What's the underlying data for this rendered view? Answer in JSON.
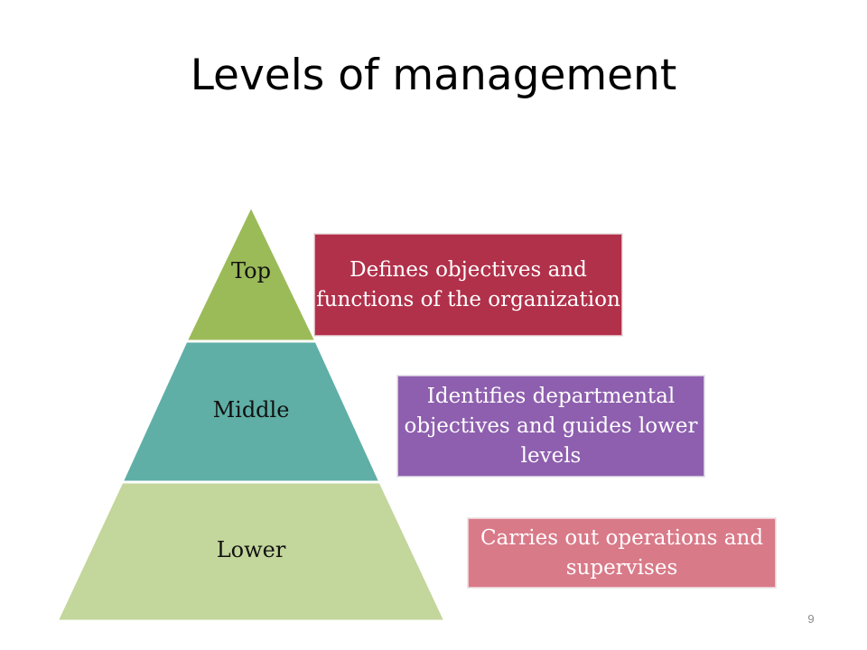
{
  "slide": {
    "title": "Levels of management",
    "page_number": "9"
  },
  "pyramid": {
    "tiers": [
      {
        "label": "Top",
        "color": "#9bbb59"
      },
      {
        "label": "Middle",
        "color": "#5fafa6"
      },
      {
        "label": "Lower",
        "color": "#c3d69b"
      }
    ]
  },
  "descriptions": [
    {
      "text": "Defines objectives and functions of the organization",
      "color": "#b1304a"
    },
    {
      "text": "Identifies departmental objectives and guides lower levels",
      "color": "#8e5fae"
    },
    {
      "text": "Carries out operations and supervises",
      "color": "#d97a89"
    }
  ]
}
